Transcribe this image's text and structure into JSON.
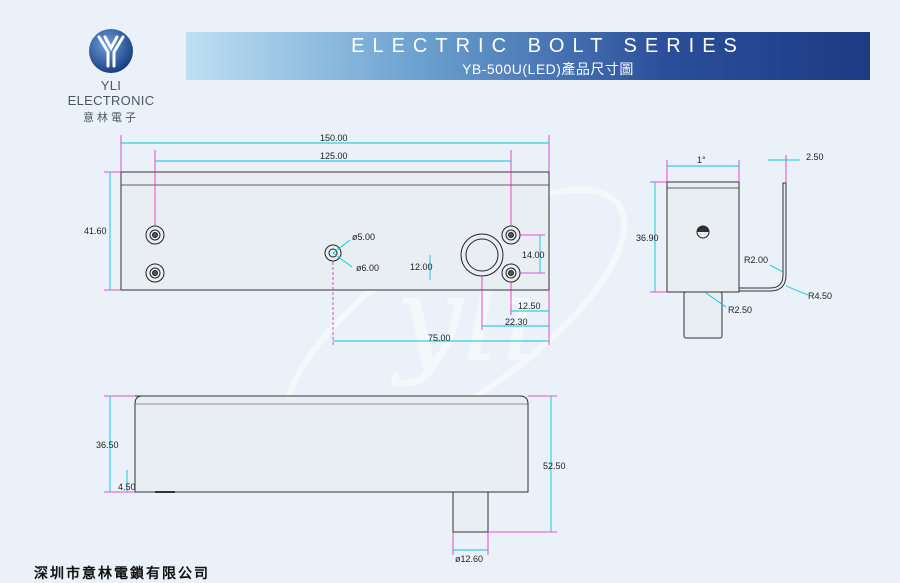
{
  "header": {
    "logo_name": "YLI ELECTRONIC",
    "logo_cn": "意林電子",
    "title": "ELECTRIC BOLT SERIES",
    "subtitle": "YB-500U(LED)產品尺寸圖"
  },
  "watermark": "yli",
  "colors": {
    "background": "#eaf1f8",
    "outline": "#333333",
    "dimension_line": "#00c8e0",
    "extension_line": "#e020c0"
  },
  "dimensions": {
    "top_view": {
      "overall_length": "150.00",
      "hole_spacing": "125.00",
      "height": "41.60",
      "small_hole_dia": "ø5.00",
      "medium_hole_dia": "ø6.00",
      "center_offset_v": "12.00",
      "hole_spacing_v": "14.00",
      "hole_offset_a": "12.50",
      "hole_offset_b": "22.30",
      "center_to_end": "75.00"
    },
    "side_view": {
      "angle": "1°",
      "plate_thickness": "2.50",
      "height": "36.90",
      "inner_radius": "R2.00",
      "outer_radius": "R4.50",
      "bottom_radius": "R2.50"
    },
    "front_view": {
      "body_height": "36.50",
      "base_offset": "4.50",
      "total_height": "52.50",
      "bolt_diameter": "ø12.60"
    }
  },
  "footer": {
    "company": "深圳市意林電鎖有限公司"
  }
}
